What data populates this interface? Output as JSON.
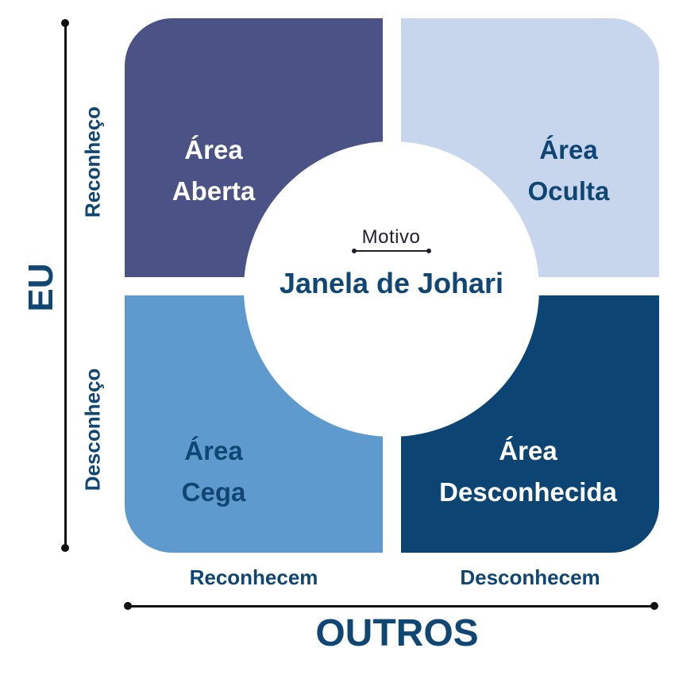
{
  "diagram": {
    "center": {
      "brand": "Motivo",
      "title": "Janela de Johari"
    },
    "quadrants": {
      "top_left": {
        "line1": "Área",
        "line2": "Aberta",
        "color": "#4b5286"
      },
      "top_right": {
        "line1": "Área",
        "line2": "Oculta",
        "color": "#c7d6ed"
      },
      "bottom_left": {
        "line1": "Área",
        "line2": "Cega",
        "color": "#5e9acd"
      },
      "bottom_right": {
        "line1": "Área",
        "line2": "Desconhecida",
        "color": "#0c4573"
      }
    },
    "y_axis": {
      "label": "EU",
      "top": "Reconheço",
      "bottom": "Desconheço"
    },
    "x_axis": {
      "label": "OUTROS",
      "left": "Reconhecem",
      "right": "Desconhecem"
    },
    "colors": {
      "text_primary": "#0f4673",
      "axis": "#111111"
    }
  }
}
